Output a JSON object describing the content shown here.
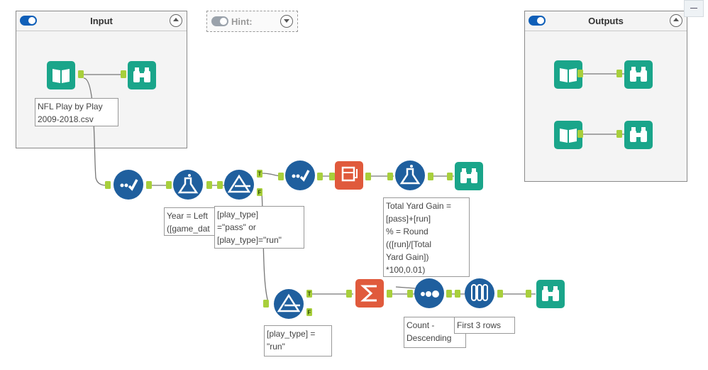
{
  "containers": {
    "input": {
      "title": "Input"
    },
    "outputs": {
      "title": "Outputs"
    }
  },
  "hint": {
    "label": "Hint:"
  },
  "annotations": {
    "input_file": "NFL Play by Play\n2009-2018.csv",
    "year_formula": "Year = Left\n([game_dat",
    "filter_pass_run": "[play_type]\n=\"pass\" or\n[play_type]=\"run\"",
    "yard_gain_formula": "Total Yard Gain =\n[pass]+[run]\n% = Round\n(([run]/[Total\nYard Gain])\n*100,0.01)",
    "filter_run": "[play_type] =\n\"run\"",
    "sort": "Count -\nDescending",
    "sample": "First 3 rows"
  },
  "anchors": {
    "true": "T",
    "false": "F"
  },
  "icons": {
    "input": "input-data-book-icon",
    "output": "output-data-book-icon",
    "browse": "browse-binoculars-icon",
    "select": "select-checkmark-icon",
    "formula": "formula-flask-icon",
    "filter": "filter-triangle-icon",
    "crosstab": "cross-tab-icon",
    "summarize": "summarize-sigma-icon",
    "sort": "sort-dots-icon",
    "sample": "sample-tubes-icon"
  },
  "colors": {
    "io_green": "#1aa58a",
    "prep_blue": "#1f5f9e",
    "transform_orange": "#e05a3c",
    "anchor": "#a8cf3c",
    "connector": "#777777"
  }
}
